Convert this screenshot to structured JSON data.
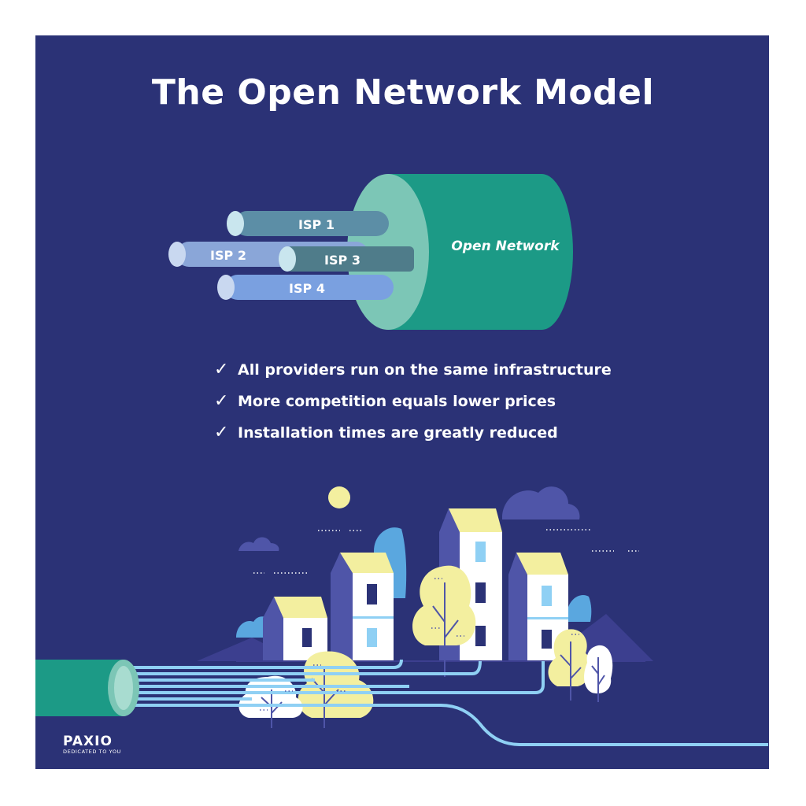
{
  "title": "The Open Network Model",
  "diagram": {
    "hub_label": "Open Network",
    "isps": [
      {
        "label": "ISP 1"
      },
      {
        "label": "ISP 2"
      },
      {
        "label": "ISP 3"
      },
      {
        "label": "ISP 4"
      }
    ]
  },
  "benefits": [
    "All providers run on the same infrastructure",
    "More competition equals lower prices",
    "Installation times are greatly reduced"
  ],
  "check_glyph": "✓",
  "logo": {
    "name": "PAXIO",
    "tagline": "DEDICATED TO YOU"
  },
  "colors": {
    "background": "#2b3276",
    "hub_cylinder": "#1c9a86",
    "hub_face": "#7cc6b6",
    "isp1": "#5c8ea6",
    "isp2": "#8aa6d8",
    "isp3": "#4f7c8a",
    "isp4": "#7aa0e0",
    "fiber": "#8fd0f4",
    "tree_yellow": "#f3ef9f",
    "building_light": "#4f55a8",
    "building_white": "#ffffff",
    "window_blue": "#8fd0f4",
    "window_dark": "#2b3276"
  }
}
